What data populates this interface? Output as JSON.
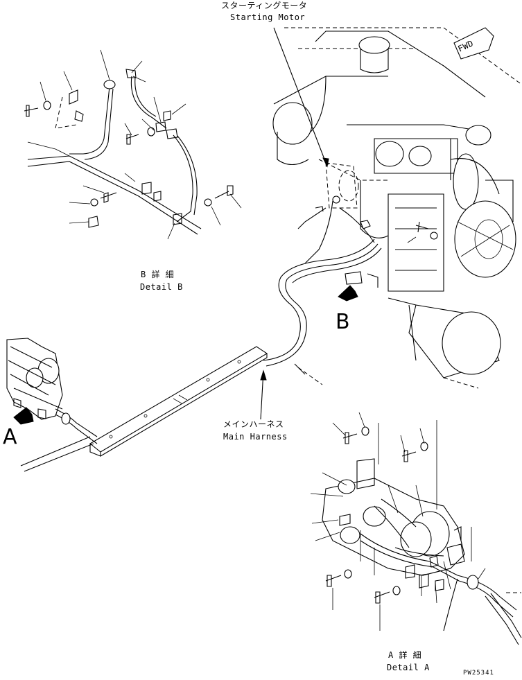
{
  "labels": {
    "starting_motor_jp": "スターティングモータ",
    "starting_motor_en": "Starting Motor",
    "detail_b_jp": "B 詳 細",
    "detail_b_en": "Detail B",
    "marker_b": "B",
    "marker_a": "A",
    "main_harness_jp": "メインハーネス",
    "main_harness_en": "Main Harness",
    "detail_a_jp": "A 詳 細",
    "detail_a_en": "Detail A",
    "fwd": "FWD",
    "drawing_no": "PW25341"
  }
}
